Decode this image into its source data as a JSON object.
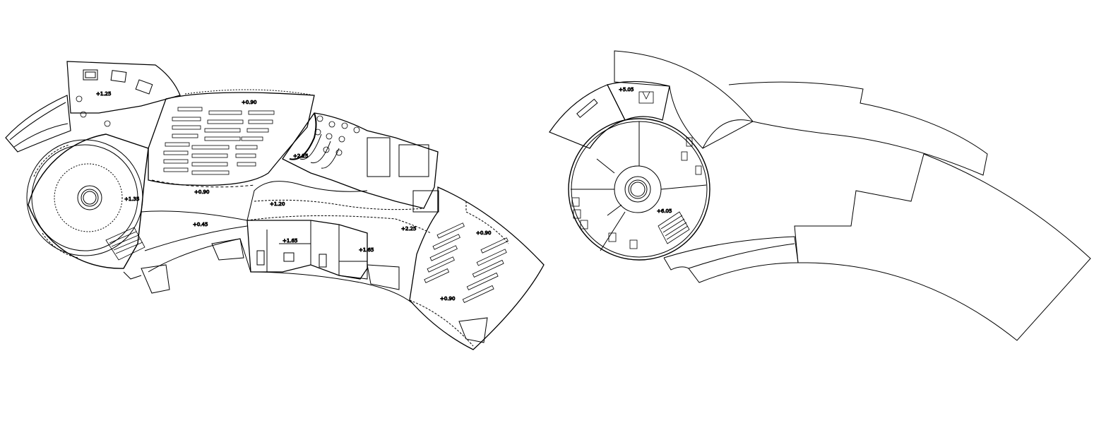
{
  "plan_left": {
    "levels": [
      {
        "text": "+1.25"
      },
      {
        "text": "+0.90"
      },
      {
        "text": "+2.25"
      },
      {
        "text": "+0.90"
      },
      {
        "text": "+1.35"
      },
      {
        "text": "+0.45"
      },
      {
        "text": "+1.20"
      },
      {
        "text": "+1.65"
      },
      {
        "text": "+1.65"
      },
      {
        "text": "+2.25"
      },
      {
        "text": "+0.90"
      },
      {
        "text": "+0.90"
      }
    ]
  },
  "plan_right": {
    "levels": [
      {
        "text": "+5.05"
      },
      {
        "text": "+6.05"
      }
    ]
  }
}
